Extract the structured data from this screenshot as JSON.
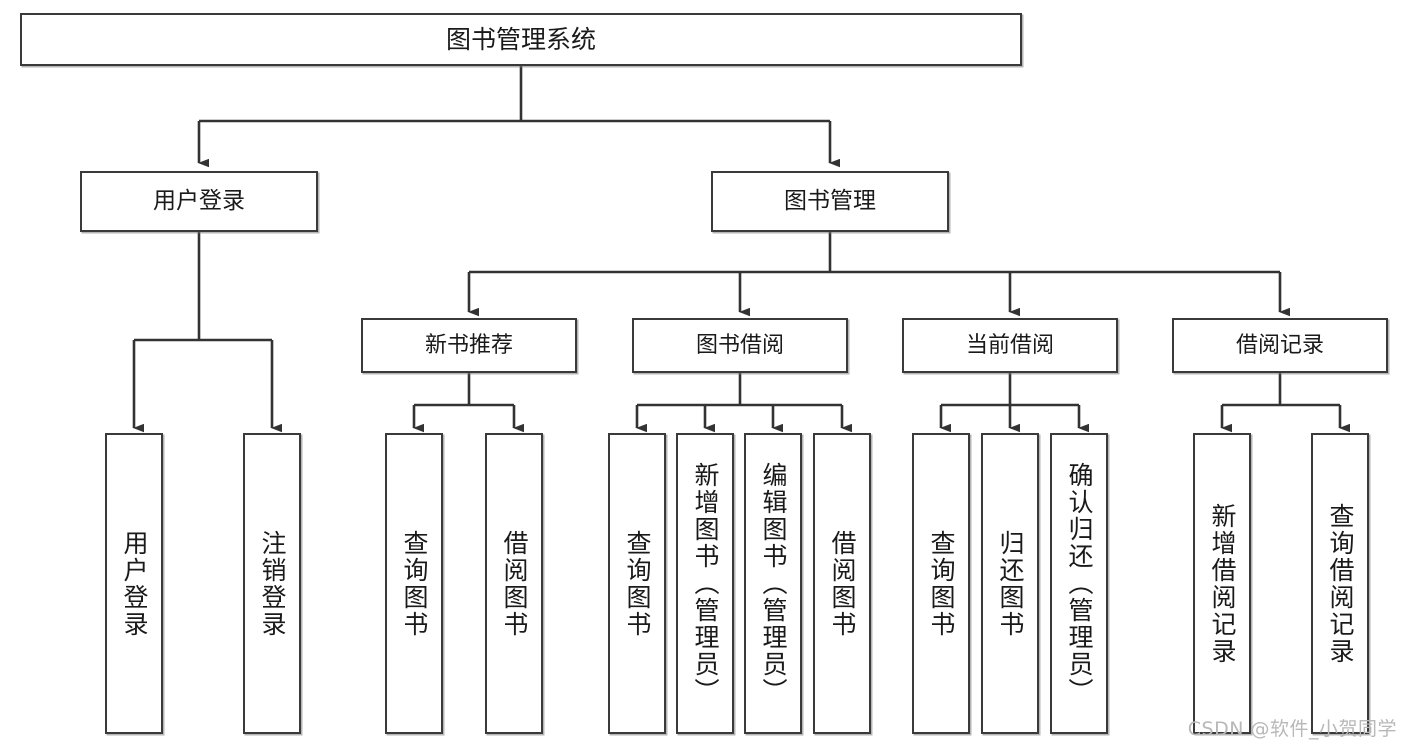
{
  "diagram": {
    "title": "图书管理系统",
    "type": "hierarchy-tree",
    "root": {
      "label": "图书管理系统"
    },
    "tier2": [
      {
        "label": "用户登录"
      },
      {
        "label": "图书管理"
      }
    ],
    "tier3": [
      {
        "label": "新书推荐"
      },
      {
        "label": "图书借阅"
      },
      {
        "label": "当前借阅"
      },
      {
        "label": "借阅记录"
      }
    ],
    "leaves": {
      "user_login": [
        {
          "label": "用户登录"
        },
        {
          "label": "注销登录"
        }
      ],
      "new_book_recommend": [
        {
          "label": "查询图书"
        },
        {
          "label": "借阅图书"
        }
      ],
      "book_borrow": [
        {
          "label": "查询图书"
        },
        {
          "label": "新增图书（管理员）"
        },
        {
          "label": "编辑图书（管理员）"
        },
        {
          "label": "借阅图书"
        }
      ],
      "current_borrow": [
        {
          "label": "查询图书"
        },
        {
          "label": "归还图书"
        },
        {
          "label": "确认归还（管理员）"
        }
      ],
      "borrow_record": [
        {
          "label": "新增借阅记录"
        },
        {
          "label": "查询借阅记录"
        }
      ]
    }
  },
  "watermark": {
    "text": "CSDN @软件_小贺同学"
  },
  "colors": {
    "box_border": "#3a3a3a",
    "box_fill": "#ffffff",
    "connector": "#333333",
    "text": "#1a1a1a",
    "watermark": "#b8b8b8"
  }
}
